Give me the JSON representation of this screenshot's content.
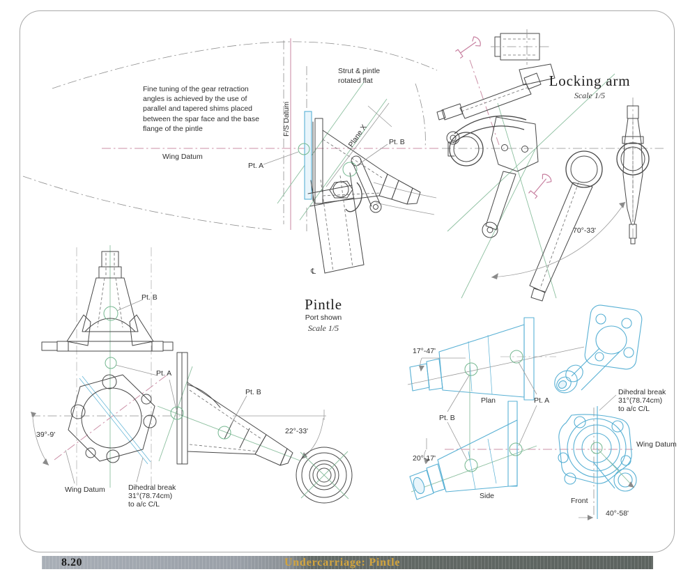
{
  "page": {
    "number": "8.20",
    "footer_title": "Undercarriage:  Pintle"
  },
  "colors": {
    "ink": "#474747",
    "teal": "#8cbf9f",
    "pink": "#cb8fa6",
    "cyan": "#58b0d4",
    "gold": "#d2a43e",
    "bar_light": "#a9afb7",
    "bar_dark": "#5c635f"
  },
  "notes": {
    "fine_tuning": "Fine tuning of the gear retraction angles is achieved by the use of parallel and tapered shims placed between the spar face and the base flange of the pintle",
    "strut_line1": "Strut & pintle",
    "strut_line2": "rotated flat"
  },
  "datums": {
    "wing_datum": "Wing Datum",
    "fs_datum": "F/S Datum",
    "plane_x": "Plane X",
    "centerline": "℄",
    "pt_a": "Pt. A",
    "pt_b": "Pt. B"
  },
  "locking_arm": {
    "title": "Locking arm",
    "scale": "Scale 1/5",
    "angle": "70°-33'"
  },
  "pintle": {
    "title": "Pintle",
    "subtitle": "Port shown",
    "scale": "Scale 1/5",
    "pt_a": "Pt. A",
    "pt_b": "Pt. B",
    "angle_flange": "39°-9'",
    "angle_side": "22°-33'",
    "wing_datum": "Wing Datum",
    "dihedral1": "Dihedral break",
    "dihedral2": "31°(78.74cm)",
    "dihedral3": "to a/c C/L"
  },
  "ortho_views": {
    "plan": "Plan",
    "side": "Side",
    "front": "Front",
    "angle_plan": "17°-47'",
    "angle_side": "20°-17'",
    "angle_front": "40°-58'",
    "pt_a": "Pt. A",
    "pt_b": "Pt. B",
    "wing_datum": "Wing Datum",
    "dihedral1": "Dihedral break",
    "dihedral2": "31°(78.74cm)",
    "dihedral3": "to a/c C/L"
  }
}
